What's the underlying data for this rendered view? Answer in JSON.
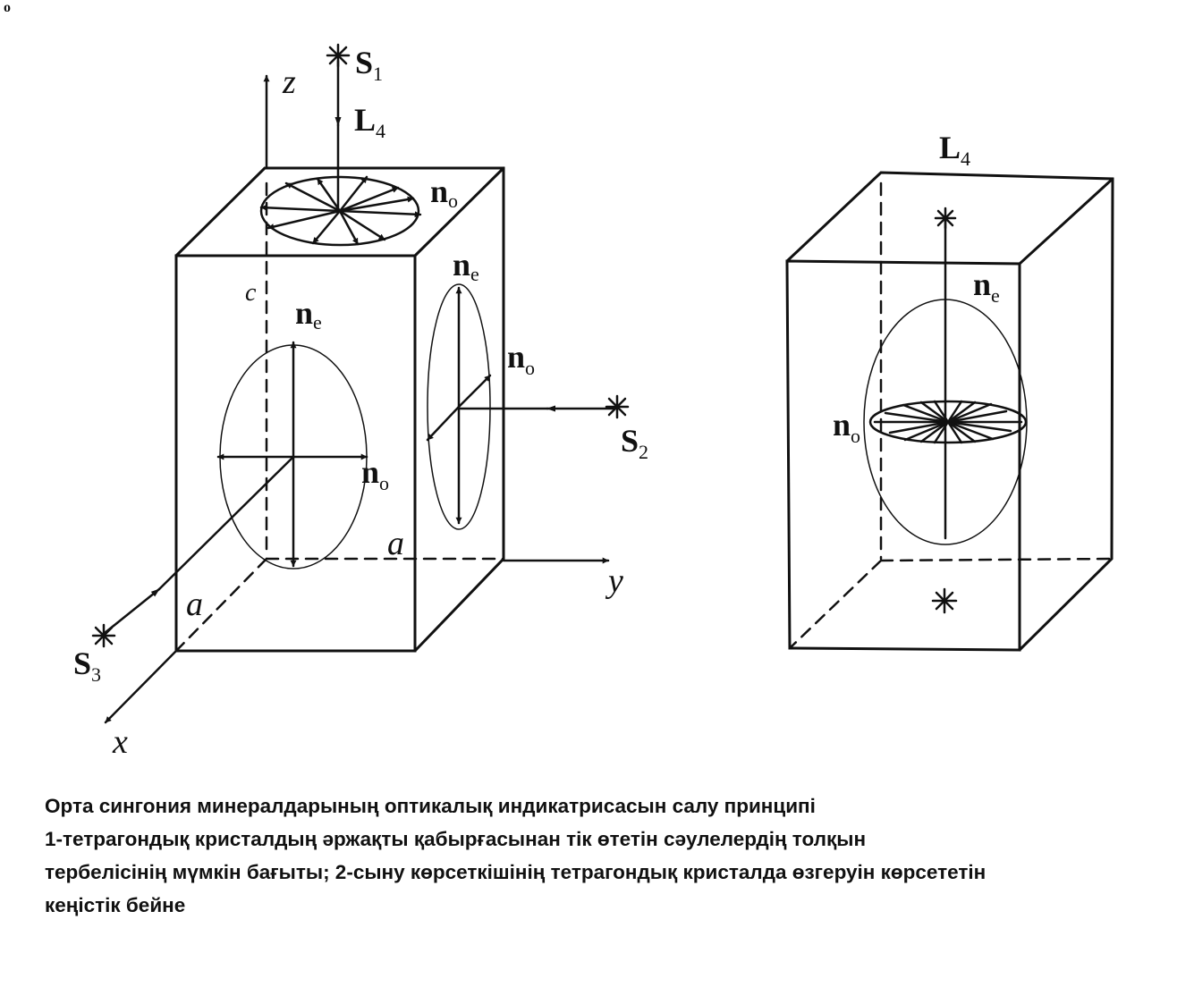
{
  "corner_mark": "o",
  "figure1": {
    "axis_z": "z",
    "axis_y": "y",
    "axis_x": "x",
    "edge_c": "c",
    "edge_a_bottom": "a",
    "edge_a_side": "a",
    "source_1": {
      "main": "S",
      "sub": "1"
    },
    "source_2": {
      "main": "S",
      "sub": "2"
    },
    "source_3": {
      "main": "S",
      "sub": "3"
    },
    "axis_L4": {
      "main": "L",
      "sub": "4"
    },
    "top_no": {
      "main": "n",
      "sub": "o"
    },
    "front_ne": {
      "main": "n",
      "sub": "e"
    },
    "front_no": {
      "main": "n",
      "sub": "o"
    },
    "side_ne": {
      "main": "n",
      "sub": "e"
    },
    "side_no": {
      "main": "n",
      "sub": "o"
    }
  },
  "figure2": {
    "axis_L4": {
      "main": "L",
      "sub": "4"
    },
    "ne": {
      "main": "n",
      "sub": "e"
    },
    "no": {
      "main": "n",
      "sub": "o"
    }
  },
  "caption": {
    "line1": "Орта сингония минералдарының оптикалық индикатрисасын салу принципі",
    "line2": "1-тетрагондық кристалдың әржақты қабырғасынан тік өтетін сәулелердің толқын",
    "line3": "тербелісінің мүмкін бағыты; 2-сыну көрсеткішінің тетрагондық кристалда өзгеруін көрсететін",
    "line4": "кеңістік бейне"
  }
}
